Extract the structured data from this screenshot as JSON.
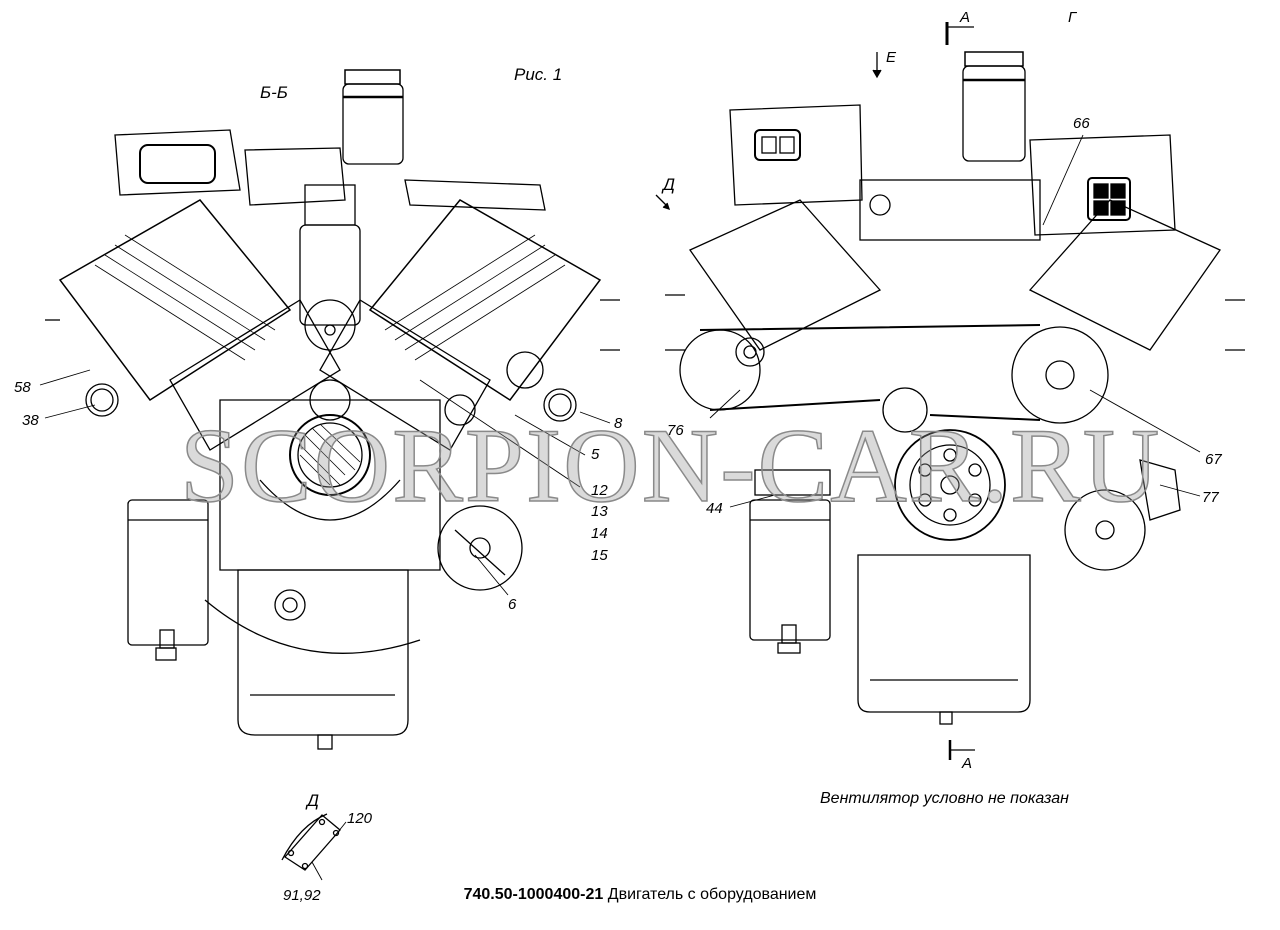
{
  "figure": {
    "figure_label": "Рис. 1",
    "section_label": "Б-Б",
    "view_labels": {
      "view_a_top": "А",
      "view_a_bottom": "А",
      "view_g": "Г",
      "view_e": "Е",
      "view_d": "Д",
      "detail_d": "Д"
    },
    "watermark": "SCORPION-CAR.RU",
    "note": "Вентилятор условно не показан",
    "caption": {
      "part_number": "740.50-1000400-21",
      "title": "Двигатель с оборудованием"
    }
  },
  "left_view": {
    "callouts": [
      "58",
      "38",
      "8",
      "5",
      "12",
      "13",
      "14",
      "15",
      "6"
    ]
  },
  "right_view": {
    "callouts": [
      "66",
      "76",
      "67",
      "44",
      "77"
    ]
  },
  "detail_view": {
    "callouts": [
      "120",
      "91,92"
    ]
  }
}
